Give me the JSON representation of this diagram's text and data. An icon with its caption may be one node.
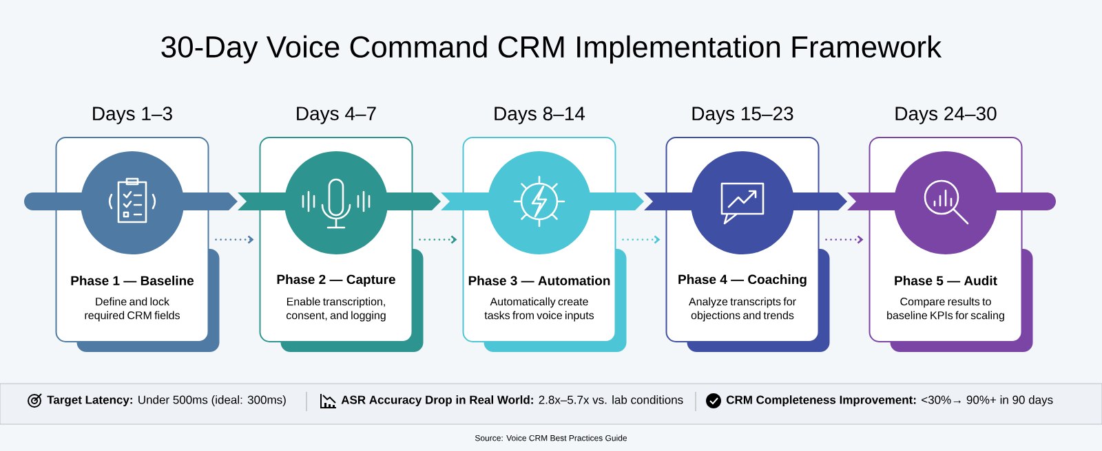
{
  "diagram": {
    "title": "30-Day Voice Command CRM Implementation Framework",
    "caption": "Source: Voice CRM Best Practices Guide",
    "nodes": [
      {
        "text": [
          "Phase 1 — Baseline",
          "Define and lock required CRM fields"
        ],
        "beside": [
          "Days 1–3"
        ]
      },
      {
        "text": [
          "Phase 2 — Capture",
          "Enable transcription, consent, and logging"
        ],
        "beside": [
          "Days 4–7"
        ]
      },
      {
        "text": [
          "Phase 3 — Automation",
          "Automatically create tasks from voice inputs"
        ],
        "beside": [
          "Days 8–14"
        ]
      },
      {
        "text": [
          "Phase 4 — Coaching",
          "Analyze transcripts for objections and trends"
        ],
        "beside": [
          "Days 15–23"
        ]
      },
      {
        "text": [
          "Phase 5 — Audit",
          "Compare results to baseline KPIs for scaling"
        ],
        "beside": [
          "Days 24–30"
        ]
      }
    ],
    "edges": [
      {
        "from": 0,
        "to": 1,
        "arrow": "to",
        "style": "dashed",
        "color": "#4e7aa3"
      },
      {
        "from": 1,
        "to": 2,
        "arrow": "to",
        "style": "dashed",
        "color": "#2e9490"
      },
      {
        "from": 2,
        "to": 3,
        "arrow": "to",
        "style": "dashed",
        "color": "#4cc6d6"
      },
      {
        "from": 3,
        "to": 4,
        "arrow": "to",
        "style": "dashed",
        "color": "#7b45a6"
      }
    ],
    "labels": [
      "**Target Latency:** Under 500ms (ideal: 300ms)",
      "**ASR Accuracy Drop in Real World:** 2.8x–5.7x vs. lab conditions",
      "**CRM Completeness Improvement:** <30%→ 90%+ in 90 days"
    ]
  }
}
